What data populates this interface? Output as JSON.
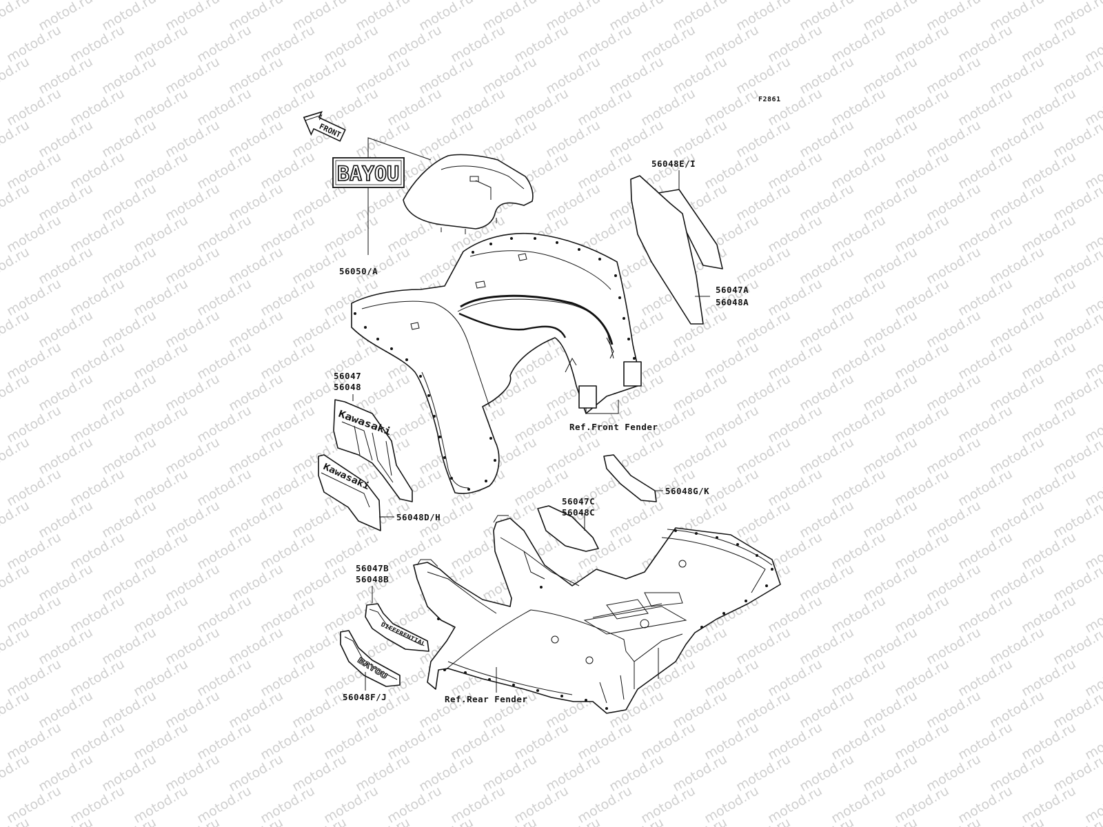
{
  "watermark": {
    "text": "motod.ru"
  },
  "figure_id": "F2861",
  "front_arrow": {
    "text": "FRONT"
  },
  "decal_text": {
    "bayou_logo": "BAYOU",
    "kawasaki_top": "Kawasaki",
    "kawasaki_side": "Kawasaki",
    "differential": "DIFFERENTIAL",
    "bayou_small": "BAYOU"
  },
  "labels": {
    "p56050a": "56050/A",
    "p56048ei": "56048E/I",
    "p56047a": "56047A",
    "p56048a": "56048A",
    "p56047": "56047",
    "p56048": "56048",
    "ref_front": "Ref.Front Fender",
    "p56048gk": "56048G/K",
    "p56047c": "56047C",
    "p56048c": "56048C",
    "p56048dh": "56048D/H",
    "p56047b": "56047B",
    "p56048b": "56048B",
    "ref_rear": "Ref.Rear Fender",
    "p56048fj": "56048F/J"
  }
}
